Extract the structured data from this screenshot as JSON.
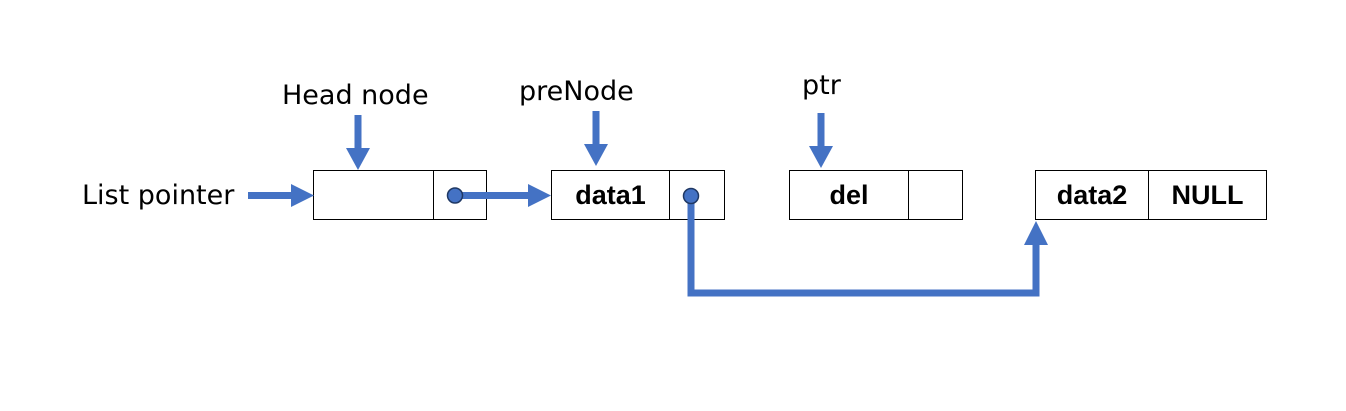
{
  "labels": {
    "list_pointer": "List pointer",
    "head_node": "Head node",
    "pre_node": "preNode",
    "ptr": "ptr"
  },
  "nodes": {
    "head": {
      "data": "",
      "link": ""
    },
    "data1": {
      "data": "data1",
      "link": ""
    },
    "del": {
      "data": "del",
      "link": ""
    },
    "data2": {
      "data": "data2",
      "link": "NULL"
    }
  },
  "colors": {
    "arrow": "#4472C4",
    "pointer_dot": "#4472C4",
    "pointer_dot_outline": "#1F3864",
    "box_border": "#000000"
  }
}
